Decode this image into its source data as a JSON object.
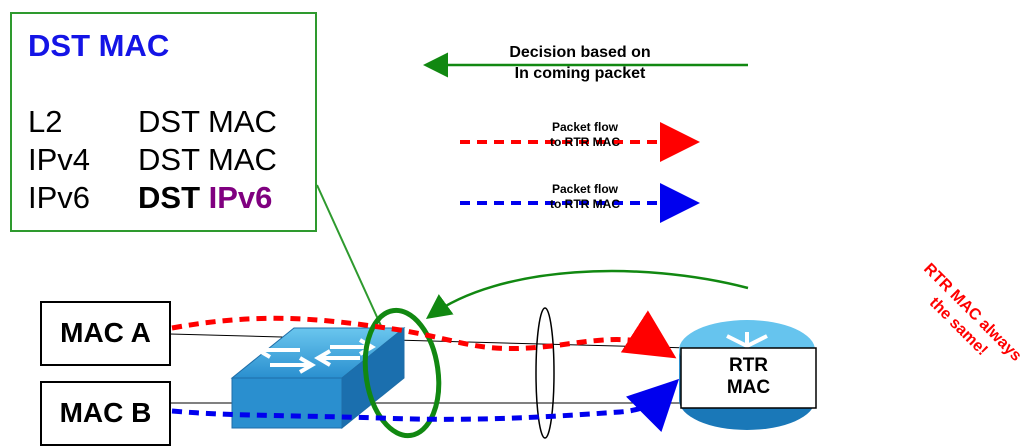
{
  "legend": {
    "title": "DST MAC",
    "rows": [
      {
        "layer": "L2",
        "key": "DST MAC"
      },
      {
        "layer": "IPv4",
        "key": "DST MAC"
      },
      {
        "layer": "IPv6",
        "key_prefix": "DST",
        "key_suffix": "IPv6"
      }
    ]
  },
  "arrows": {
    "decision": {
      "line1": "Decision based on",
      "line2": "In coming packet",
      "color": "#118811"
    },
    "red_flow": {
      "line1": "Packet flow",
      "line2": "to RTR MAC",
      "color": "#ff0000"
    },
    "blue_flow": {
      "line1": "Packet flow",
      "line2": "to RTR MAC",
      "color": "#0000ee"
    }
  },
  "hosts": {
    "a": "MAC A",
    "b": "MAC B"
  },
  "router": {
    "line1": "RTR",
    "line2": "MAC"
  },
  "note": {
    "line1": "RTR MAC always",
    "line2": "the same!",
    "color": "#ff0000"
  },
  "icons": [
    "switch-icon",
    "router-icon"
  ]
}
